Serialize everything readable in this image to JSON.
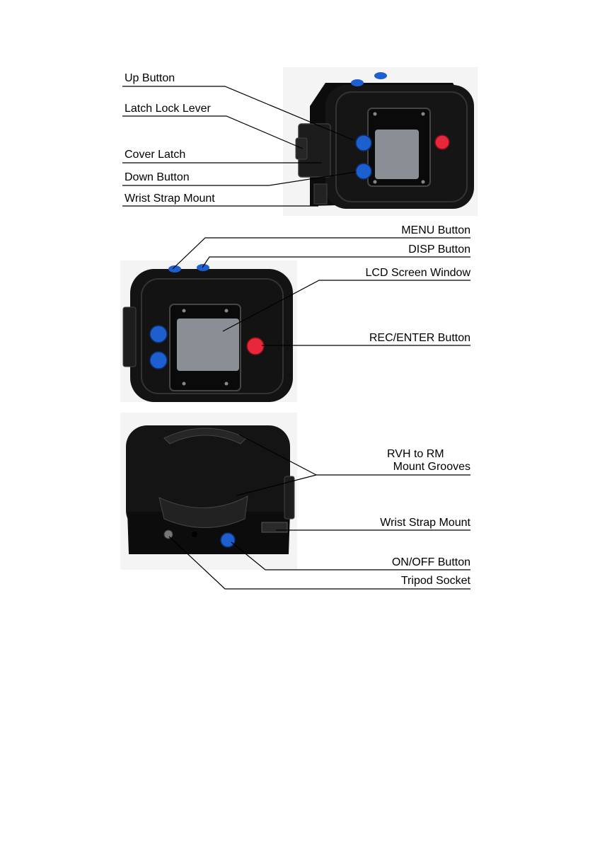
{
  "colors": {
    "housing": "#121212",
    "housing_highlight": "#2a2a2a",
    "button_blue": "#1e5fd0",
    "button_red": "#e8283a",
    "lcd": "#8a8f95",
    "photo_bg": "#f2f2f2",
    "leader": "#000000"
  },
  "diagram": {
    "top_view": {
      "labels": {
        "up_button": "Up Button",
        "latch_lock_lever": "Latch Lock Lever",
        "cover_latch": "Cover Latch",
        "down_button": "Down Button",
        "wrist_strap_mount": "Wrist Strap Mount"
      }
    },
    "front_view": {
      "labels": {
        "menu_button": "MENU Button",
        "disp_button": "DISP Button",
        "lcd_window": "LCD Screen Window",
        "rec_enter_button": "REC/ENTER Button"
      }
    },
    "bottom_view": {
      "labels": {
        "mount_grooves_line1": "RVH to RM",
        "mount_grooves_line2": "Mount Grooves",
        "wrist_strap_mount": "Wrist Strap Mount",
        "on_off_button": "ON/OFF Button",
        "tripod_socket": "Tripod Socket"
      }
    }
  }
}
